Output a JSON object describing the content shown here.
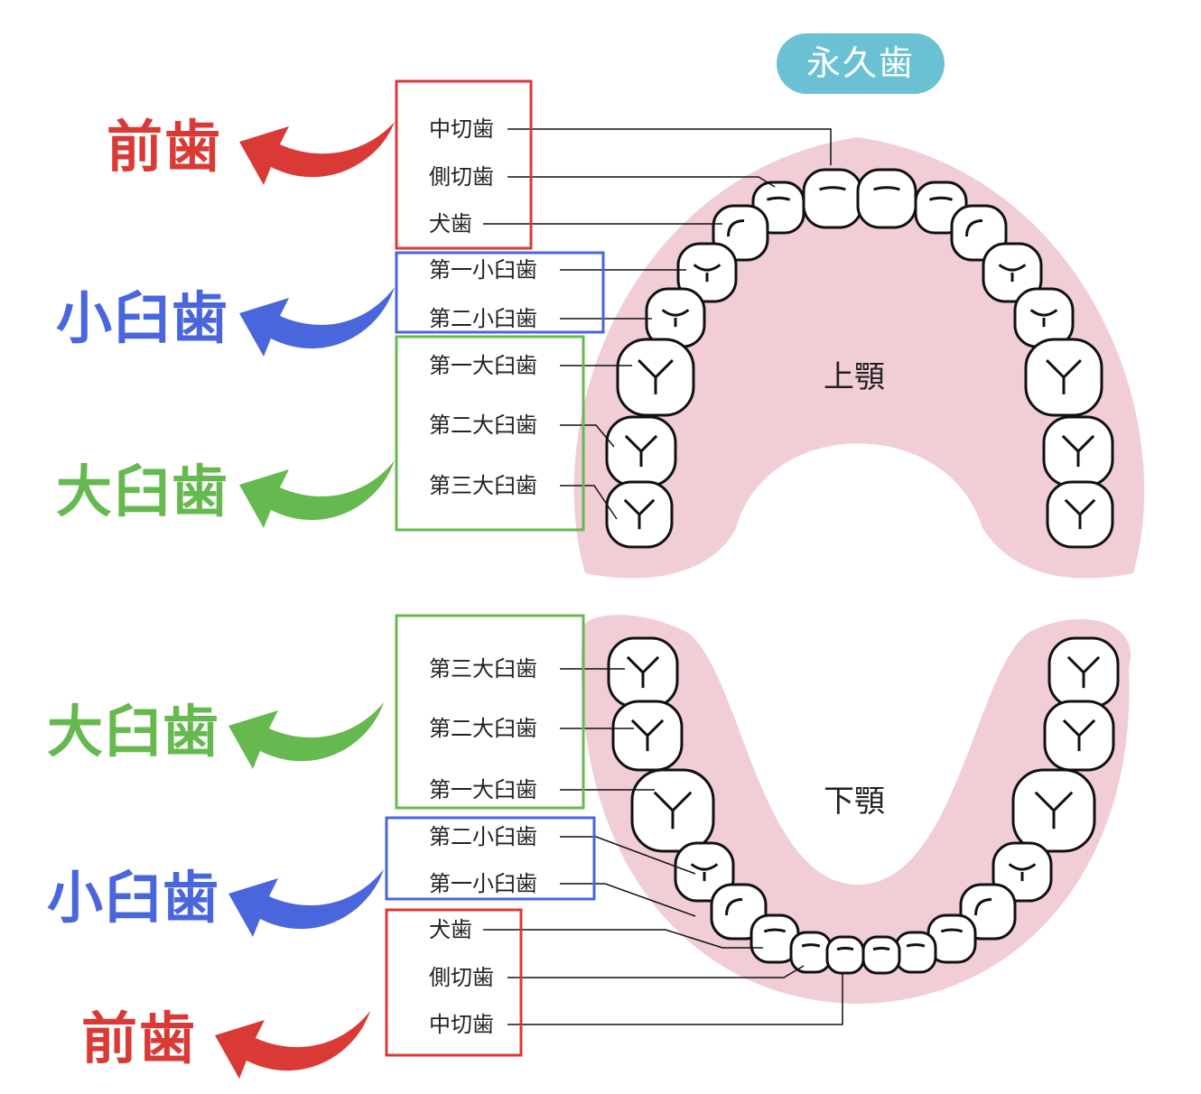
{
  "title_badge": "永久歯",
  "colors": {
    "anterior": "#d93a35",
    "premolar": "#4a66dd",
    "molar": "#66b94f",
    "gum": "#f1cdd5",
    "badge": "#6bc1d4"
  },
  "upper_jaw": {
    "label": "上顎",
    "groups": {
      "anterior": "前歯",
      "premolar": "小臼歯",
      "molar": "大臼歯"
    },
    "teeth": [
      "中切歯",
      "側切歯",
      "犬歯",
      "第一小臼歯",
      "第二小臼歯",
      "第一大臼歯",
      "第二大臼歯",
      "第三大臼歯"
    ]
  },
  "lower_jaw": {
    "label": "下顎",
    "groups": {
      "molar": "大臼歯",
      "premolar": "小臼歯",
      "anterior": "前歯"
    },
    "teeth": [
      "第三大臼歯",
      "第二大臼歯",
      "第一大臼歯",
      "第二小臼歯",
      "第一小臼歯",
      "犬歯",
      "側切歯",
      "中切歯"
    ]
  }
}
